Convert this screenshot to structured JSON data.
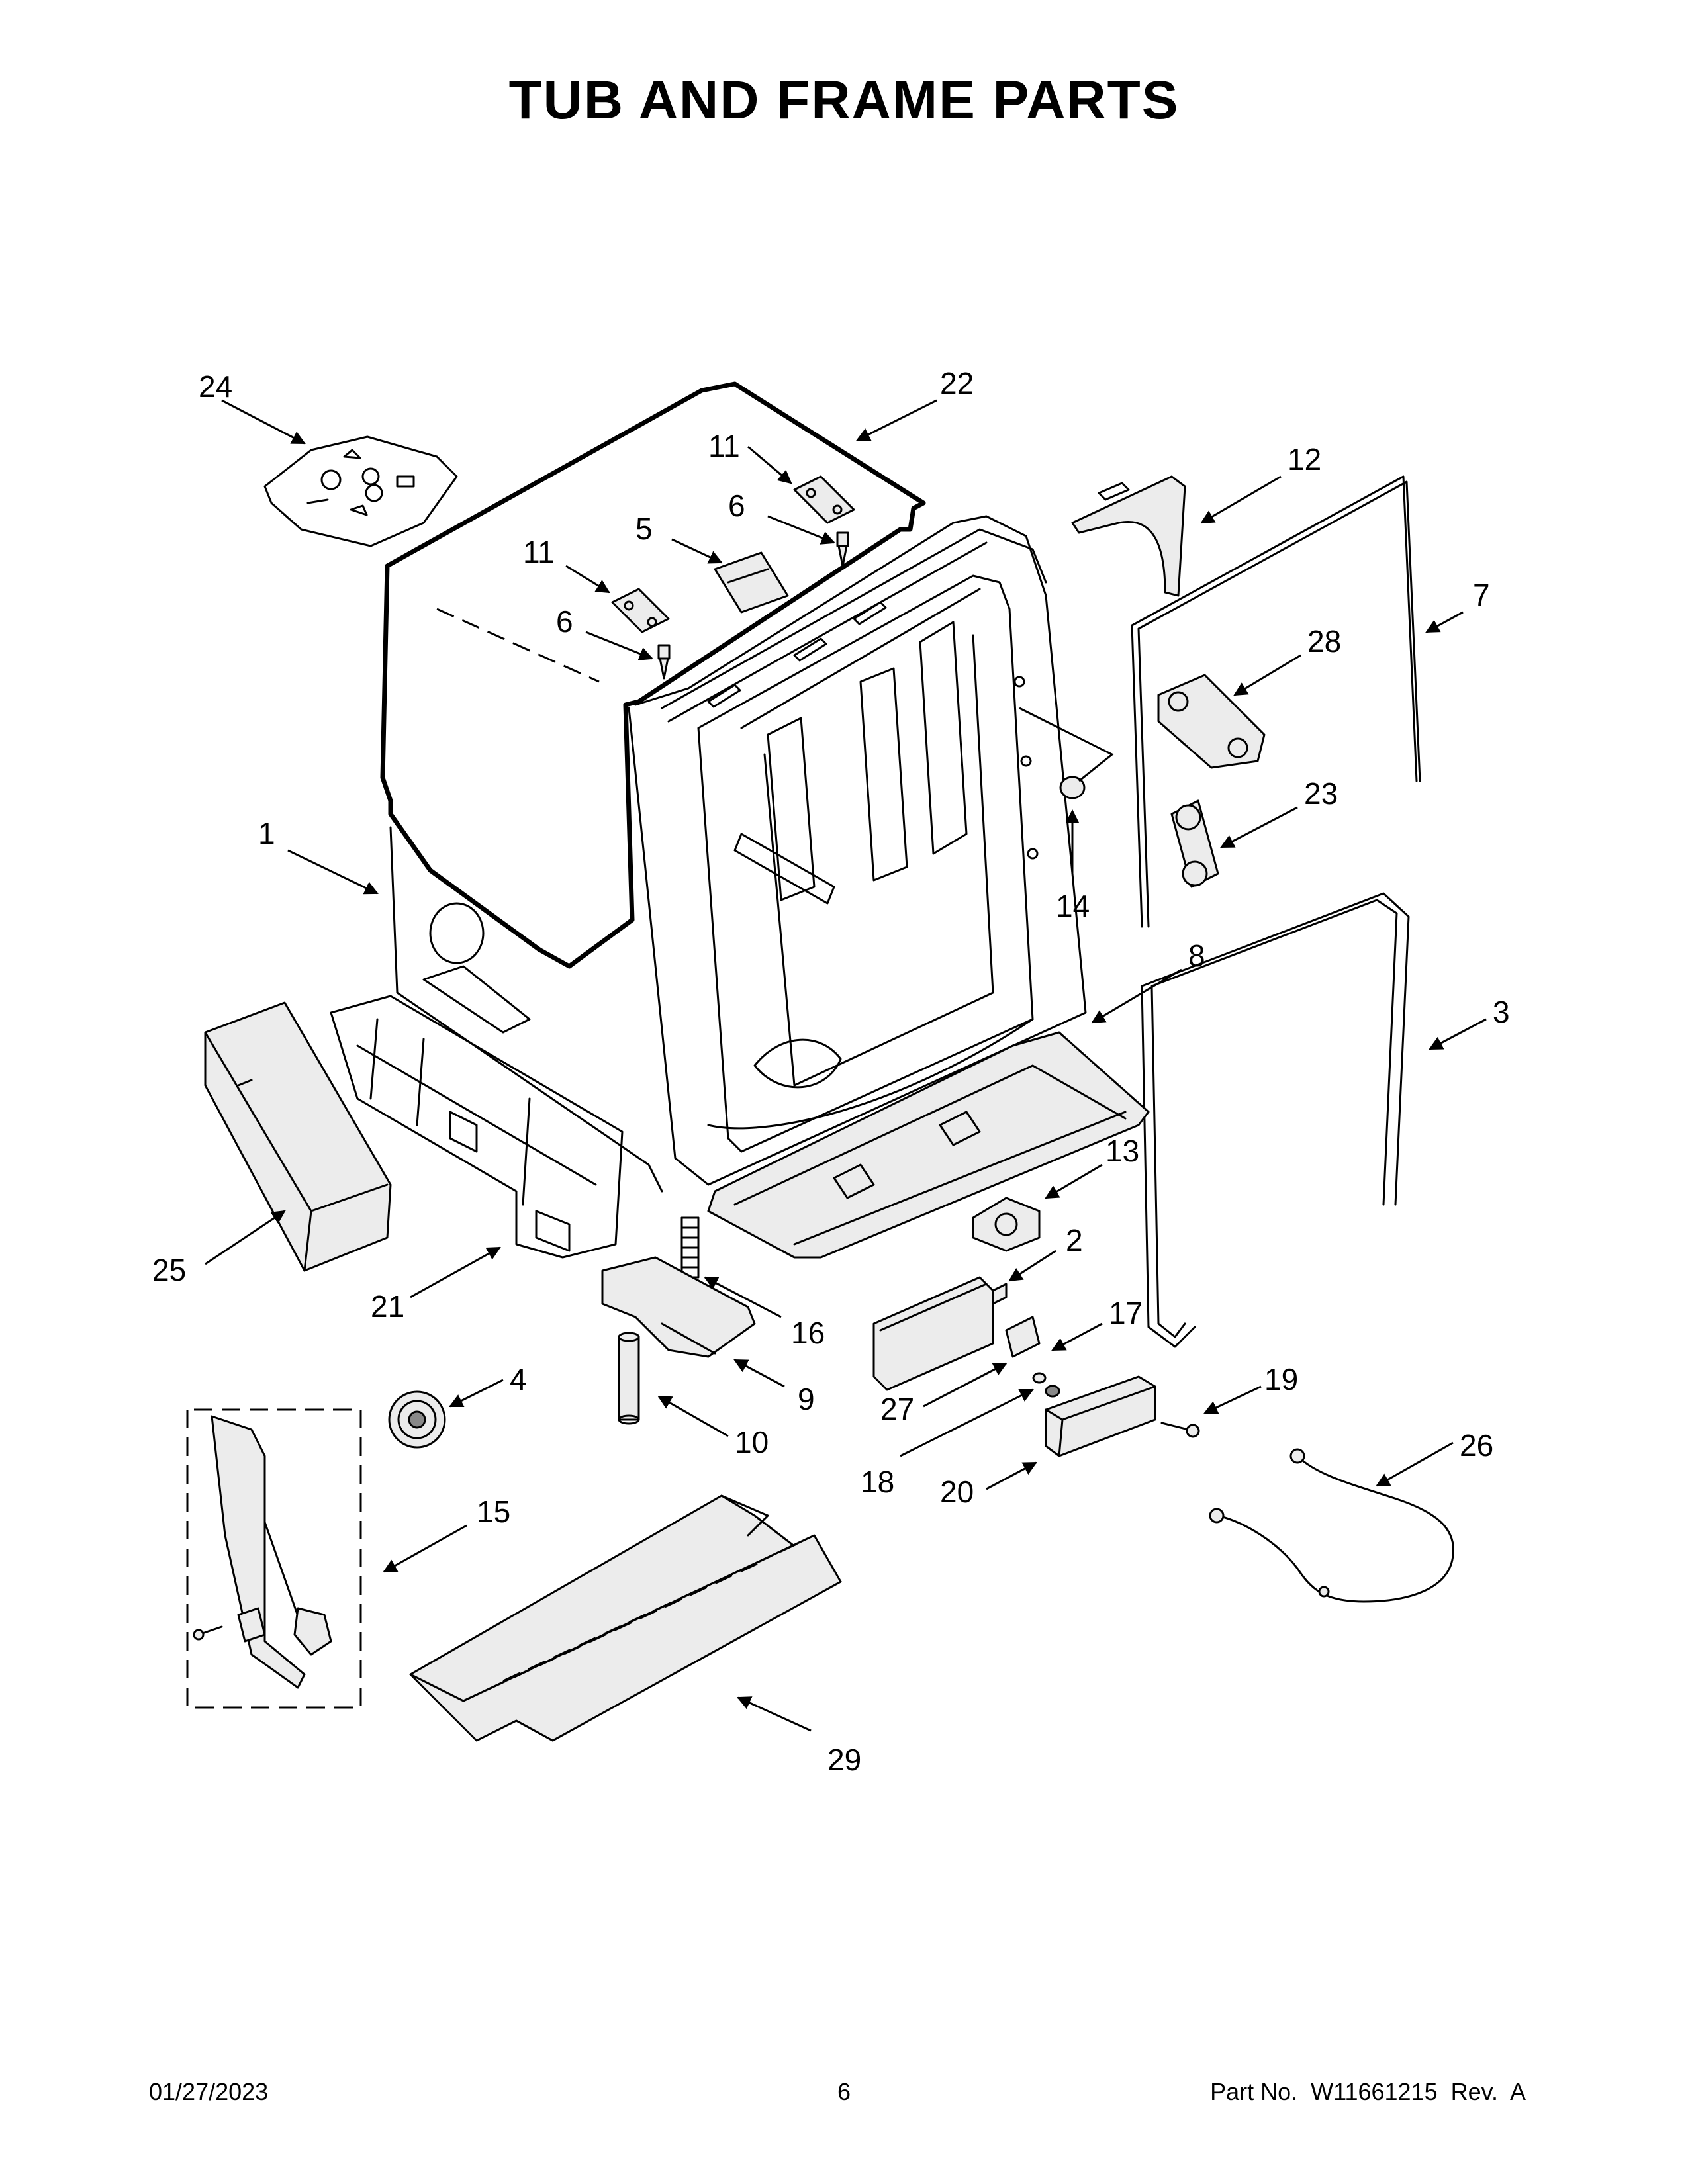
{
  "title": "TUB AND FRAME PARTS",
  "footer": {
    "date": "01/27/2023",
    "page": "6",
    "part_number": "Part No.  W11661215  Rev.  A"
  },
  "callouts": [
    "24",
    "22",
    "11",
    "6",
    "5",
    "11",
    "6",
    "12",
    "7",
    "28",
    "1",
    "14",
    "23",
    "8",
    "3",
    "13",
    "2",
    "25",
    "21",
    "16",
    "17",
    "9",
    "27",
    "4",
    "19",
    "10",
    "18",
    "20",
    "15",
    "26",
    "29"
  ]
}
